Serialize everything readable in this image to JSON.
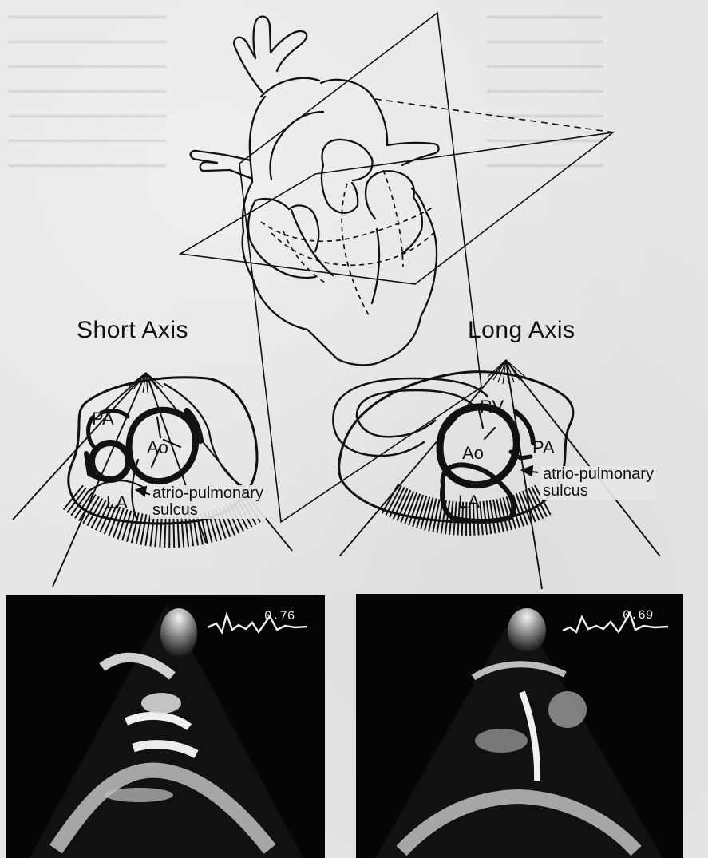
{
  "short_axis": {
    "title": "Short Axis",
    "labels": {
      "pa": "PA",
      "ao": "Ao",
      "la": "LA"
    },
    "callout": {
      "line1": "atrio-pulmonary",
      "line2": "sulcus"
    },
    "echo_value": "0.76"
  },
  "long_axis": {
    "title": "Long Axis",
    "labels": {
      "rv": "RV",
      "ao": "Ao",
      "pa": "PA",
      "la": "LA"
    },
    "callout": {
      "line1": "atrio-pulmonary",
      "line2": "sulcus"
    },
    "echo_value": "0.69"
  },
  "colors": {
    "paper": "#e6e6e6",
    "ink": "#111111",
    "echo_background": "#050505",
    "echo_text": "#f2f2f2"
  }
}
